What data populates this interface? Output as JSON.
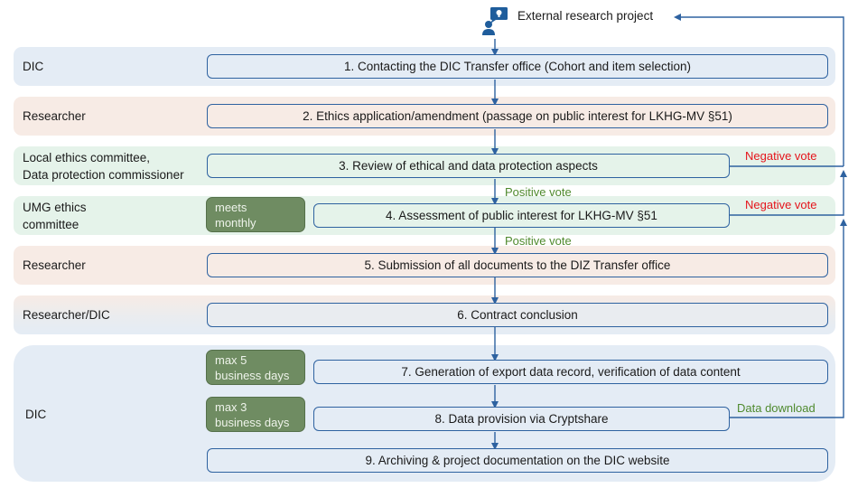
{
  "header": {
    "title": "External research project",
    "icon": "researcher-idea-icon"
  },
  "lanes": [
    {
      "label": "DIC"
    },
    {
      "label": "Researcher"
    },
    {
      "label": "Local ethics committee,\nData protection commissioner"
    },
    {
      "label": "UMG ethics\ncommittee"
    },
    {
      "label": "Researcher"
    },
    {
      "label": "Researcher/DIC"
    },
    {
      "label": "DIC"
    }
  ],
  "steps": [
    {
      "label": "1. Contacting the DIC Transfer office (Cohort and item selection)"
    },
    {
      "label": "2. Ethics application/amendment (passage on public interest for LKHG-MV §51)"
    },
    {
      "label": "3. Review of ethical and data protection aspects"
    },
    {
      "label": "4. Assessment of public interest for LKHG-MV §51"
    },
    {
      "label": "5. Submission of all documents to the DIZ Transfer office"
    },
    {
      "label": "6. Contract conclusion"
    },
    {
      "label": "7. Generation of export data record, verification of data content"
    },
    {
      "label": "8. Data provision via Cryptshare"
    },
    {
      "label": "9. Archiving & project documentation on the DIC website"
    }
  ],
  "badges": [
    {
      "label": "meets\nmonthly"
    },
    {
      "label": "max 5\nbusiness days"
    },
    {
      "label": "max 3\nbusiness days"
    }
  ],
  "edge_labels": {
    "positive_vote_1": "Positive vote",
    "positive_vote_2": "Positive vote",
    "negative_vote_1": "Negative vote",
    "negative_vote_2": "Negative vote",
    "data_download": "Data download"
  },
  "colors": {
    "line": "#2e62a0",
    "positive": "#4f8a2e",
    "negative": "#e5141b",
    "badge": "#6f8c62"
  }
}
